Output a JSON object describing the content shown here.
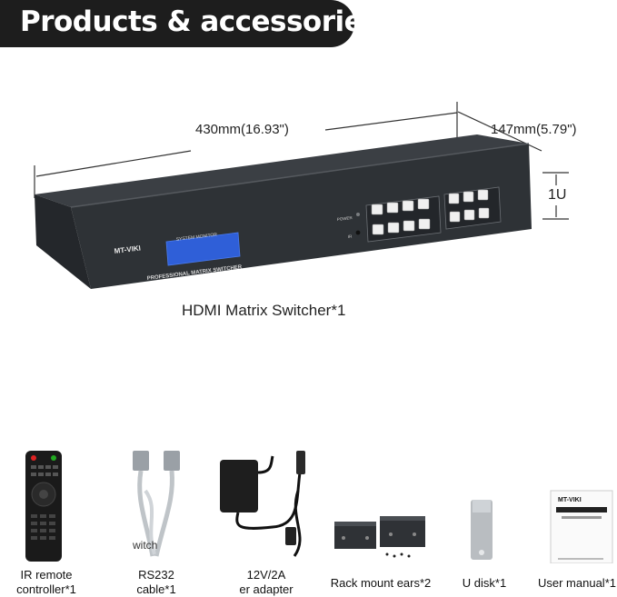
{
  "header": {
    "title": "Products & accessories"
  },
  "dimensions": {
    "width": "430mm(16.93\")",
    "depth": "147mm(5.79\")",
    "height": "1U"
  },
  "device": {
    "brand": "MT-VIKI",
    "screen_label": "SYSTEM MONITOR",
    "model_text": "PROFESSIONAL MATRIX SWITCHER",
    "power_label": "POWER",
    "ir_label": "IR",
    "caption": "HDMI Matrix Switcher*1"
  },
  "accessories": [
    {
      "name": "remote-control",
      "caption_line1": "IR remote",
      "caption_line2": "controller*1"
    },
    {
      "name": "rs232-cable",
      "caption_line1": "RS232",
      "caption_line2": "cable*1",
      "overlay_text": "witch"
    },
    {
      "name": "power-adapter",
      "caption_line1": "12V/2A",
      "caption_line2": "er adapter"
    },
    {
      "name": "rack-ears",
      "caption_line1": "Rack mount ears*2"
    },
    {
      "name": "u-disk",
      "caption_line1": "U disk*1"
    },
    {
      "name": "user-manual",
      "caption_line1": "User manual*1",
      "brand": "MT-VIKI"
    }
  ],
  "colors": {
    "header_bg": "#1d1d1d",
    "device_body": "#2e3236",
    "screen": "#2f5fd8"
  }
}
